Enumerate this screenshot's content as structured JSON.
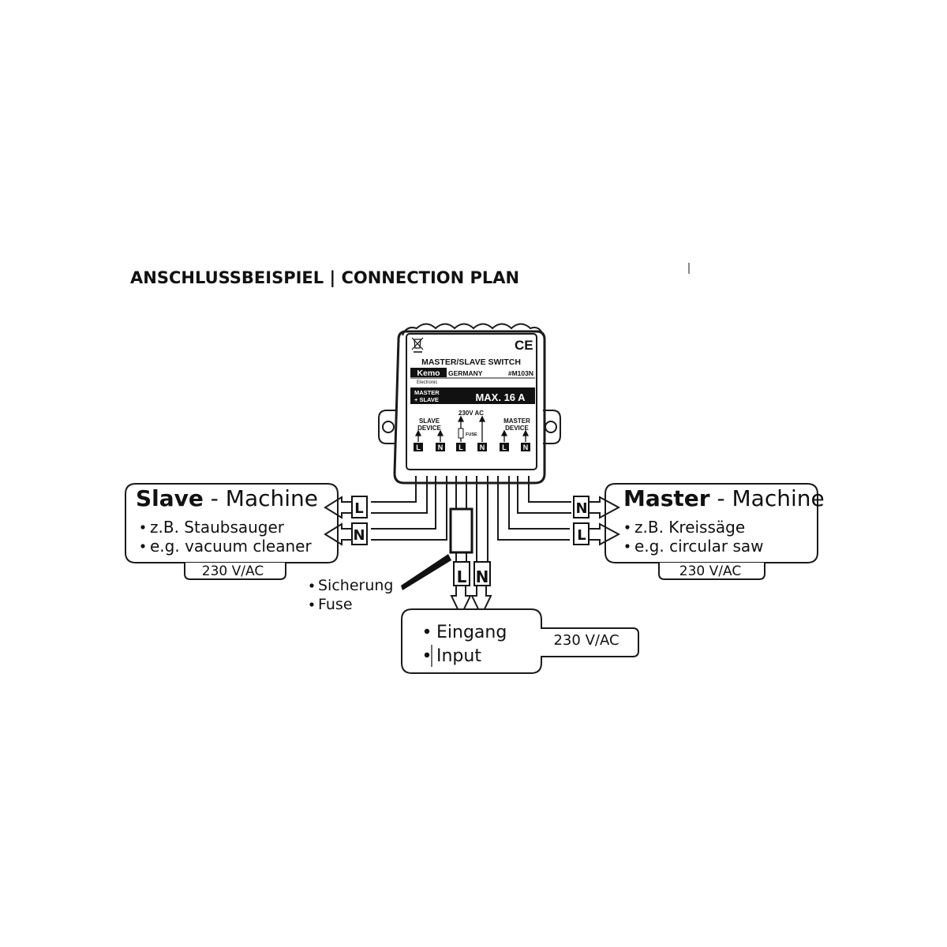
{
  "title": "ANSCHLUSSBEISPIEL | CONNECTION PLAN",
  "module": {
    "marks": {
      "ce": "CE",
      "weee": "weee-bin-icon"
    },
    "name": "MASTER/SLAVE SWITCH",
    "brand": "Kemo",
    "brand_sub": "Electronic",
    "country": "GERMANY",
    "part": "#M103N",
    "mode_line1": "MASTER",
    "mode_line2": "+ SLAVE",
    "rating": "MAX. 16 A",
    "slave_label1": "SLAVE",
    "slave_label2": "DEVICE",
    "supply_label": "230V AC",
    "fuse_label": "FUSE",
    "master_label1": "MASTER",
    "master_label2": "DEVICE",
    "terminals": [
      "L",
      "N",
      "L",
      "N",
      "L",
      "N"
    ]
  },
  "slave": {
    "title_bold": "Slave",
    "title_rest": " - Machine",
    "bullet1": "z.B. Staubsauger",
    "bullet2": "e.g. vacuum cleaner",
    "voltage": "230 V/AC",
    "wire_top": "L",
    "wire_bottom": "N"
  },
  "master": {
    "title_bold": "Master",
    "title_rest": " - Machine",
    "bullet1": "z.B. Kreissäge",
    "bullet2": "e.g. circular saw",
    "voltage": "230 V/AC",
    "wire_top": "N",
    "wire_bottom": "L"
  },
  "fuse": {
    "label_de": "Sicherung",
    "label_en": "Fuse"
  },
  "input": {
    "label_de": "Eingang",
    "label_en": "Input",
    "voltage": "230 V/AC",
    "wire_left": "L",
    "wire_right": "N"
  }
}
